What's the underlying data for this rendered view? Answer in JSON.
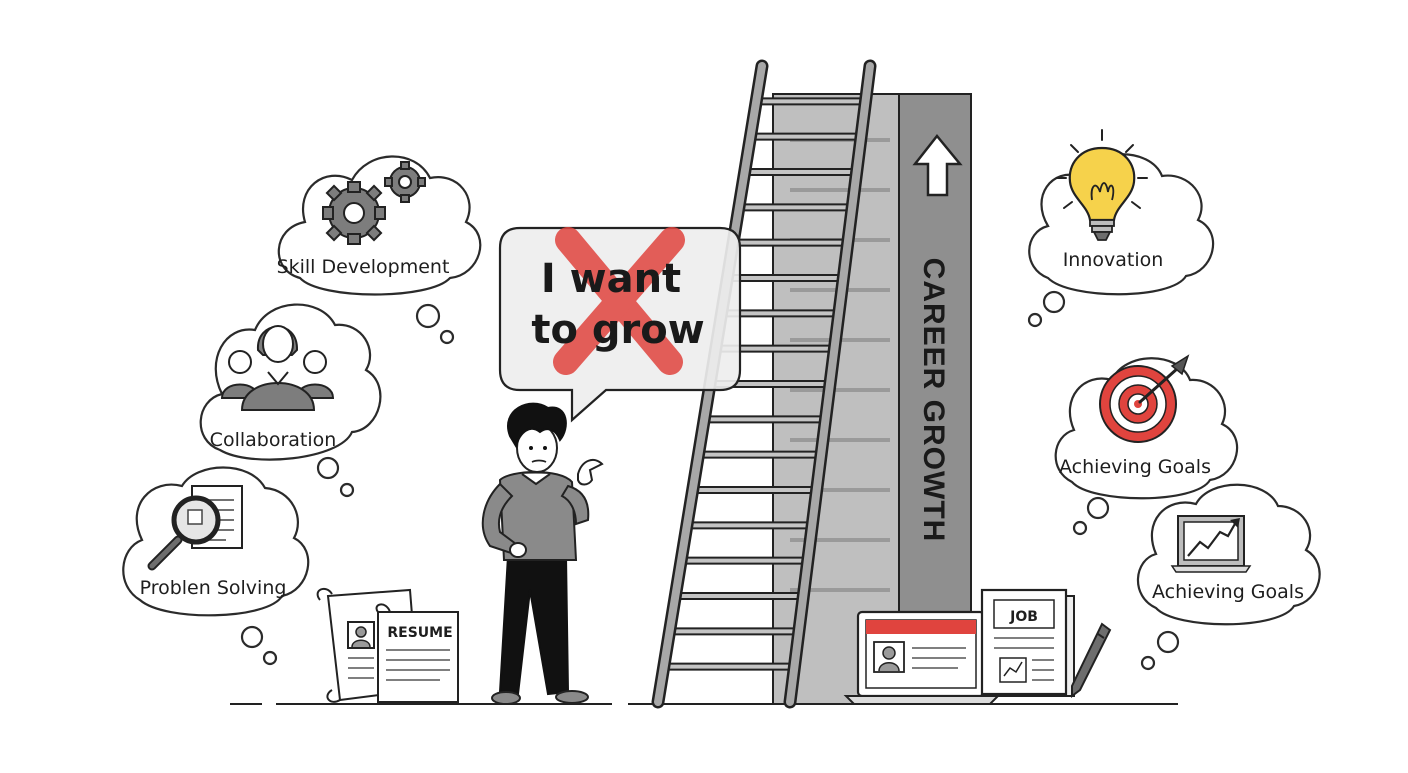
{
  "speech": {
    "line1": "I want",
    "line2": "to grow",
    "cross_color": "#e0443e"
  },
  "thoughts_left": [
    {
      "label": "Skill Development",
      "icon": "gears-icon"
    },
    {
      "label": "Collaboration",
      "icon": "team-icon"
    },
    {
      "label": "Problen Solving",
      "icon": "magnifier-document-icon"
    }
  ],
  "thoughts_right": [
    {
      "label": "Innovation",
      "icon": "lightbulb-icon"
    },
    {
      "label": "Achieving Goals",
      "icon": "target-icon"
    },
    {
      "label": "Achieving Goals",
      "icon": "growth-chart-icon"
    }
  ],
  "tower": {
    "label": "CAREER GROWTH",
    "arrow_icon": "up-arrow-icon"
  },
  "documents": {
    "resume": "RESUME",
    "job": "JOB"
  },
  "colors": {
    "accent_red": "#e0443e",
    "bulb_yellow": "#f6d24b",
    "tower_gray": "#8f8f8f",
    "sweater_gray": "#8a8a8a"
  }
}
